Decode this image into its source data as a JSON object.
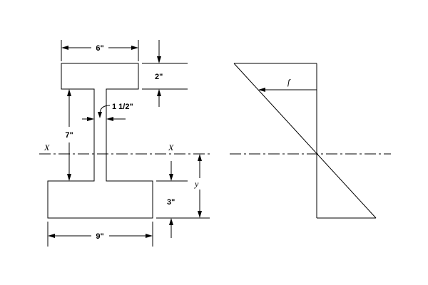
{
  "diagram": {
    "dimensions": {
      "top_flange_width": "6\"",
      "top_flange_thickness": "2\"",
      "web_thickness": "1 1/2\"",
      "web_height": "7\"",
      "bottom_flange_width": "9\"",
      "bottom_flange_thickness": "3\""
    },
    "labels": {
      "axis_left": "X",
      "axis_right": "X",
      "centroid_distance": "y",
      "stress": "f"
    }
  }
}
